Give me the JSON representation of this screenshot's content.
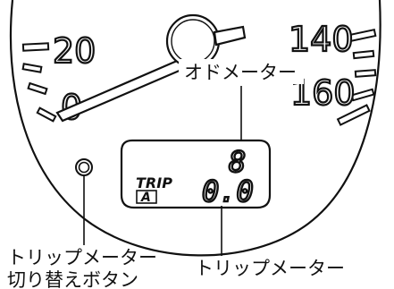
{
  "gauge": {
    "labels": [
      "20",
      "0",
      "140",
      "160"
    ]
  },
  "display": {
    "odometer_value": "8",
    "trip_word": "TRIP",
    "trip_letter": "A",
    "trip_value": "0.0"
  },
  "callouts": {
    "odometer": "オドメーター",
    "trip_switch_line1": "トリップメーター",
    "trip_switch_line2": "切り替えボタン",
    "tripmeter": "トリップメーター"
  }
}
